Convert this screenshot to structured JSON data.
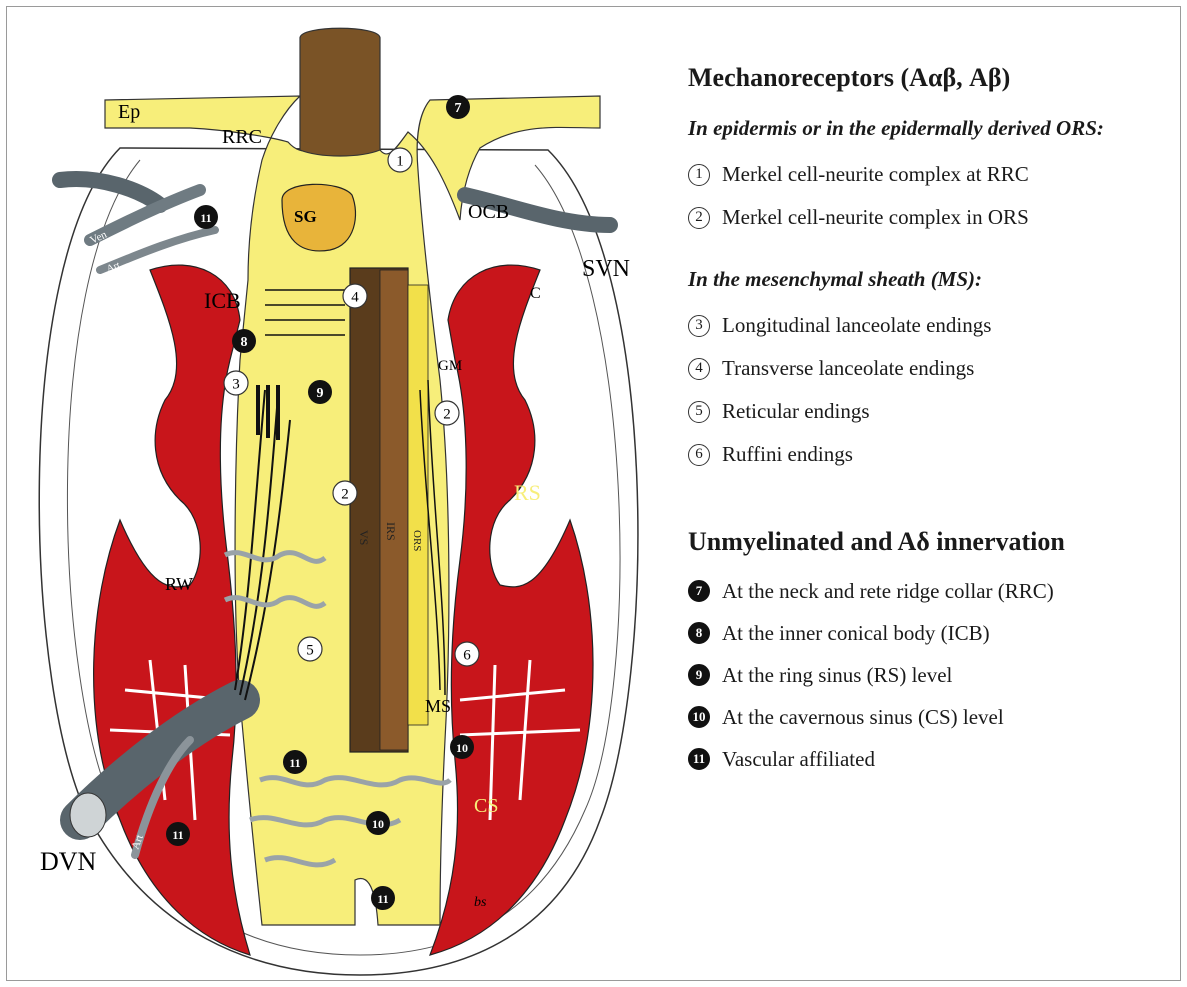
{
  "diagram_labels": {
    "ep": "Ep",
    "rrc": "RRC",
    "sg": "SG",
    "ocb": "OCB",
    "svn": "SVN",
    "icb": "ICB",
    "c": "C",
    "gm": "GM",
    "rs": "RS",
    "rw": "RW",
    "ms": "MS",
    "cs": "CS",
    "dvn": "DVN",
    "vs": "VS",
    "irs": "IRS",
    "ors": "ORS",
    "ven": "Ven",
    "art_top": "Art",
    "art_bottom": "Art",
    "signature": "bs"
  },
  "markers": {
    "m1": "1",
    "m2a": "2",
    "m2b": "2",
    "m3": "3",
    "m4": "4",
    "m5": "5",
    "m6": "6",
    "m7": "7",
    "m8": "8",
    "m9": "9",
    "m10a": "10",
    "m10b": "10",
    "m11a": "11",
    "m11b": "11",
    "m11c": "11",
    "m11d": "11"
  },
  "legend": {
    "heading1": "Mechanoreceptors (Aαβ, Aβ)",
    "sub1": "In epidermis or in the epidermally derived ORS:",
    "group1": [
      {
        "num": "1",
        "text": "Merkel cell-neurite complex at RRC"
      },
      {
        "num": "2",
        "text": "Merkel cell-neurite complex in ORS"
      }
    ],
    "sub2": "In the mesenchymal sheath (MS):",
    "group2": [
      {
        "num": "3",
        "text": "Longitudinal lanceolate endings"
      },
      {
        "num": "4",
        "text": "Transverse lanceolate endings"
      },
      {
        "num": "5",
        "text": "Reticular endings"
      },
      {
        "num": "6",
        "text": "Ruffini endings"
      }
    ],
    "heading2": "Unmyelinated and Aδ innervation",
    "group3": [
      {
        "num": "7",
        "text": "At the neck and rete ridge collar (RRC)"
      },
      {
        "num": "8",
        "text": "At the inner conical body (ICB)"
      },
      {
        "num": "9",
        "text": "At the ring sinus (RS) level"
      },
      {
        "num": "10",
        "text": "At the cavernous sinus (CS) level"
      },
      {
        "num": "11",
        "text": "Vascular affiliated"
      }
    ]
  },
  "colors": {
    "sheath_yellow": "#f7ee7a",
    "sinus_red": "#c8151b",
    "hair_brown": "#6b4a22",
    "nerve_gray": "#59656c"
  }
}
